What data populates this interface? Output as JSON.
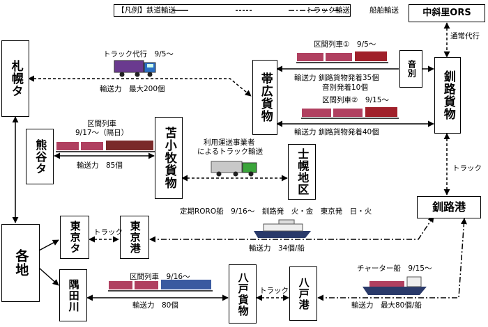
{
  "legend": {
    "label": "【凡例】鉄道輸送",
    "truck": "トラック輸送",
    "ship": "船舶輸送"
  },
  "nodes": {
    "naka_shari": "中斜里ORS",
    "sapporo": "札幌タ",
    "obihiro": "帯広貨物",
    "onbetsu": "音別",
    "kushiro": "釧路貨物",
    "kumagaya": "熊谷タ",
    "tomakomai": "苫小牧貨物",
    "shihoro": "士幌地区",
    "kushiro_port": "釧路港",
    "tokyo_t": "東京タ",
    "tokyo_port": "東京港",
    "kakuchi": "各地",
    "sumidagawa": "隅田川",
    "hachinohe_freight": "八戸貨物",
    "hachinohe_port": "八戸港"
  },
  "labels": {
    "usual_substitute": "通常代行",
    "truck_substitute": "トラック代行　9/5～",
    "capacity_200": "輸送力　最大200個",
    "section1": "区間列車①　9/5～",
    "section1_cap1": "輸送力 釧路貨物発着35個",
    "section1_cap2": "音別発着10個",
    "section2": "区間列車②　9/15～",
    "section2_cap": "輸送力 釧路貨物発着40個",
    "kumagaya_train1": "区間列車",
    "kumagaya_train2": "9/17～（隔日）",
    "capacity_85": "輸送力　85個",
    "carrier1": "利用運送事業者",
    "carrier2": "によるトラック輸送",
    "truck": "トラック",
    "roro": "定期RORO船　9/16～　釧路発　火・金　東京発　日・火",
    "capacity_34": "輸送力　34個/船",
    "sumida_train": "区間列車　9/16～",
    "capacity_80": "輸送力　80個",
    "charter": "チャーター船　9/15～",
    "capacity_max80": "輸送力　最大80個/船"
  }
}
